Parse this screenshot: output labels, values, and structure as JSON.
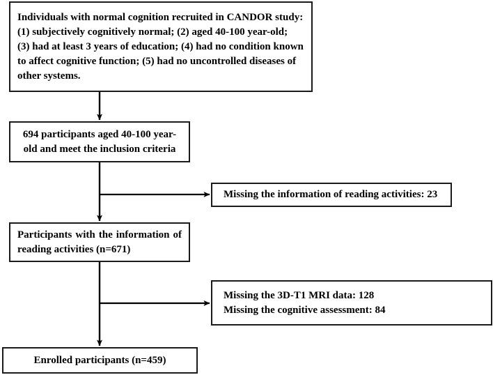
{
  "figure": {
    "type": "flowchart",
    "orientation": "top-to-bottom",
    "description": "Participant selection flow diagram for the CANDOR study"
  },
  "nodes": {
    "inclusion_criteria": {
      "name": "inclusion-criteria-box",
      "lines": [
        "Individuals with normal cognition recruited in CANDOR study:",
        "(1) subjectively cognitively normal; (2) aged 40-100 year-old;",
        "(3) had at least 3 years of education; (4) had no condition known",
        "to affect cognitive function; (5) had no uncontrolled diseases of",
        "other systems."
      ]
    },
    "eligible_participants": {
      "name": "eligible-participants-box",
      "lines": [
        "694 participants aged 40-100 year-",
        "old and meet the inclusion criteria"
      ],
      "count": 694
    },
    "missing_reading_info": {
      "name": "missing-reading-info-box",
      "lines": [
        "Missing the information of reading activities: 23"
      ],
      "count": 23
    },
    "participants_reading": {
      "name": "participants-with-reading-info-box",
      "lines": [
        "Participants with the information of",
        "reading activities (n=671)"
      ],
      "count": 671
    },
    "missing_mri_cognitive": {
      "name": "missing-mri-and-cognitive-box",
      "lines": [
        "Missing the 3D-T1 MRI data: 128",
        "Missing the cognitive assessment: 84"
      ],
      "counts": {
        "missing_mri": 128,
        "missing_cognitive_assessment": 84
      }
    },
    "enrolled_participants": {
      "name": "enrolled-participants-box",
      "lines": [
        "Enrolled participants (n=459)"
      ],
      "count": 459
    }
  },
  "colors": {
    "box_border": "#1a1a1a",
    "connector": "#000000",
    "background": "#ffffff",
    "text": "#000000"
  }
}
